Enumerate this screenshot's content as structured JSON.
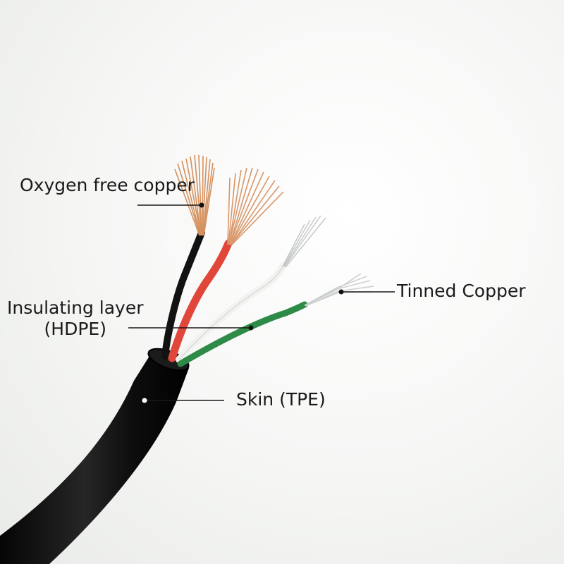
{
  "labels": {
    "oxygen_free_copper": "Oxygen free copper",
    "insulating_layer_line1": "Insulating layer",
    "insulating_layer_line2": "(HDPE)",
    "tinned_copper": "Tinned Copper",
    "skin": "Skin (TPE)"
  },
  "colors": {
    "background": "#f7f8f6",
    "jacket": "#111111",
    "copper": "#d4905e",
    "red_wire": "#e0473a",
    "white_wire": "#f2f2f0",
    "green_wire": "#2d8a47",
    "tinned": "#c9cccc",
    "black_wire": "#121212",
    "leader_line": "#1a1a1a"
  },
  "icons": {
    "cable": "cable-photo",
    "dot": "leader-dot"
  }
}
